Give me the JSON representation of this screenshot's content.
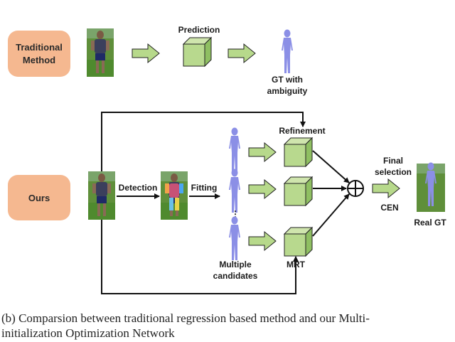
{
  "labels": {
    "traditional_method_line1": "Traditional",
    "traditional_method_line2": "Method",
    "ours": "Ours",
    "prediction": "Prediction",
    "gt_ambiguity_line1": "GT with",
    "gt_ambiguity_line2": "ambiguity",
    "refinement": "Refinement",
    "detection": "Detection",
    "fitting": "Fitting",
    "final_selection_line1": "Final",
    "final_selection_line2": "selection",
    "cen": "CEN",
    "real_gt": "Real GT",
    "multiple_candidates_line1": "Multiple",
    "multiple_candidates_line2": "candidates",
    "mrt": "MRT",
    "ellipsis": "⋮"
  },
  "caption": {
    "line1": "(b)  Comparsion between traditional regression based method and our Multi-",
    "line2": "initialization Optimization Network"
  },
  "colors": {
    "method_box": "#f5b890",
    "arrow_fill": "#b7d98b",
    "cube_front": "#b8d98e",
    "cube_top": "#cfe5ad",
    "cube_side": "#8fbf62",
    "body_mesh": "#8b8fe6",
    "grass": "#4f8a2e"
  }
}
